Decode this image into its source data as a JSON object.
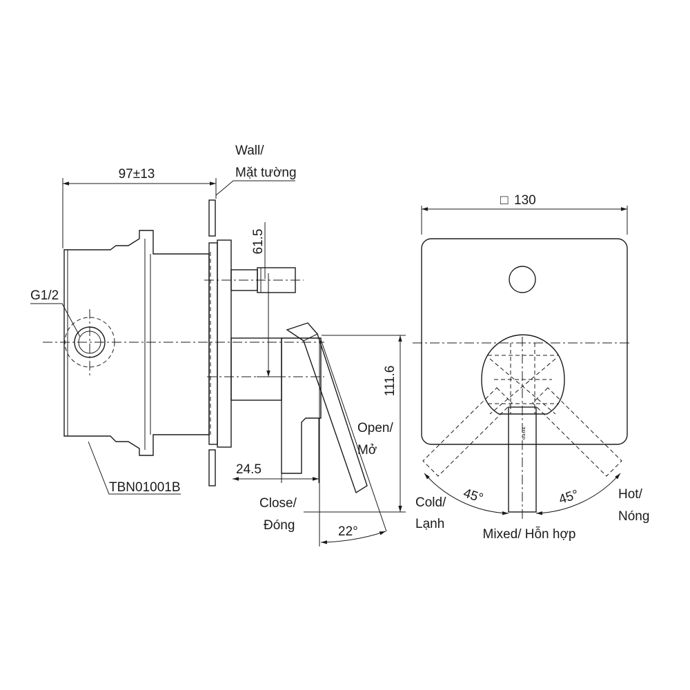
{
  "labels": {
    "wall_en": "Wall/",
    "wall_vi": "Mặt tường",
    "dim_depth": "97±13",
    "thread": "G1/2",
    "part_no": "TBN01001B",
    "dim_615": "61.5",
    "dim_1116": "111.6",
    "dim_245": "24.5",
    "open_en": "Open/",
    "open_vi": "Mở",
    "close_en": "Close/",
    "close_vi": "Đóng",
    "angle_close": "22°",
    "dim_square_symbol": "□",
    "dim_square_value": "130",
    "cold_en": "Cold/",
    "cold_vi": "Lạnh",
    "hot_en": "Hot/",
    "hot_vi": "Nóng",
    "angle_left": "45°",
    "angle_right": "45°",
    "mixed": "Mixed/ Hỗn hợp",
    "brand": "TOTO"
  },
  "colors": {
    "line": "#1a1a1a",
    "background": "#ffffff"
  }
}
